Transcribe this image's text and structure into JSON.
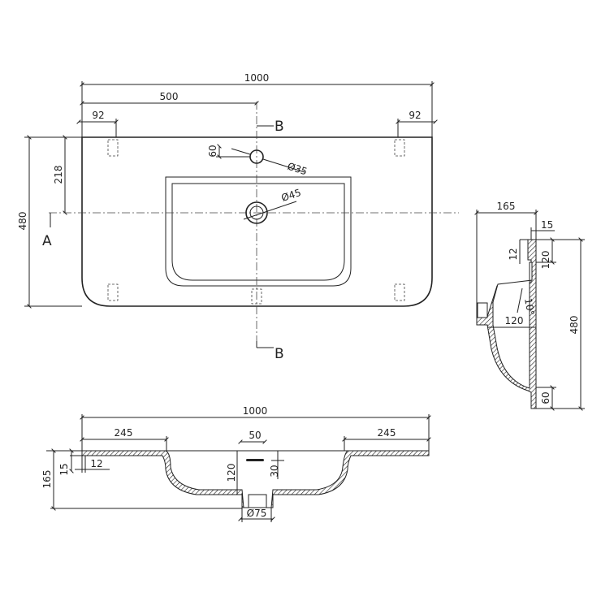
{
  "top_view": {
    "dims": {
      "overall_width": "1000",
      "half_width": "500",
      "left_offset": "92",
      "right_offset": "92",
      "faucet_offset": "60",
      "faucet_hole": "Ø35",
      "axis_offset": "218",
      "depth": "480",
      "drain_hole": "Ø45"
    },
    "section_labels": {
      "b_top": "B",
      "b_bottom": "B",
      "a": "A"
    }
  },
  "side_section": {
    "dims": {
      "depth": "165",
      "thickness": "15",
      "rim": "12",
      "upper": "120",
      "angle": "10°",
      "shelf": "120",
      "overall": "480",
      "lower": "60"
    }
  },
  "front_section": {
    "dims": {
      "overall_width": "1000",
      "left_ledge": "245",
      "right_ledge": "245",
      "overflow_width": "50",
      "thickness": "15",
      "rim": "12",
      "height": "165",
      "bowl_depth": "120",
      "overflow_height": "30",
      "drain": "Ø75"
    }
  }
}
